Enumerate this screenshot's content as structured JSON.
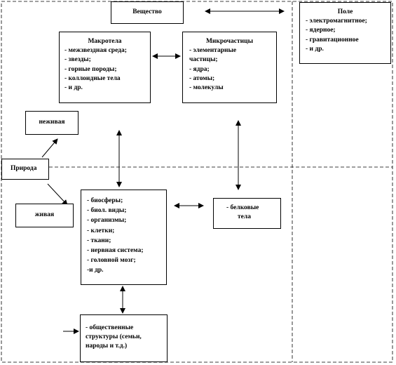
{
  "nodes": {
    "veshchestvo": {
      "title": "Вещество"
    },
    "pole": {
      "title": "Поле",
      "items": [
        "- электромагнитное;",
        "- ядерное;",
        "- гравитационное",
        "- и др."
      ]
    },
    "makrotela": {
      "title": "Макротела",
      "items": [
        "- межзвездная среда;",
        "- звезды;",
        "- горные породы;",
        "- коллоидные тела",
        "- и др."
      ]
    },
    "mikrochastitsy": {
      "title": "Микрочастицы",
      "items": [
        "- элементарные",
        "частицы;",
        "- ядра;",
        "- атомы;",
        "- молекулы"
      ]
    },
    "nezhivaya": {
      "title": "неживая"
    },
    "priroda": {
      "title": "Природа"
    },
    "zhivaya": {
      "title": "живая"
    },
    "biosfera": {
      "items": [
        "- биосферы;",
        "- биол. виды;",
        "- организмы;",
        "- клетки;",
        "- ткани;",
        "- нервная система;",
        "- головной мозг;",
        "-и др."
      ]
    },
    "belkovye": {
      "items": [
        "- белковые",
        "тела"
      ]
    },
    "obshchestvennye": {
      "items": [
        "- общественные",
        "структуры (семьи,",
        "народы и т.д.)"
      ]
    }
  }
}
